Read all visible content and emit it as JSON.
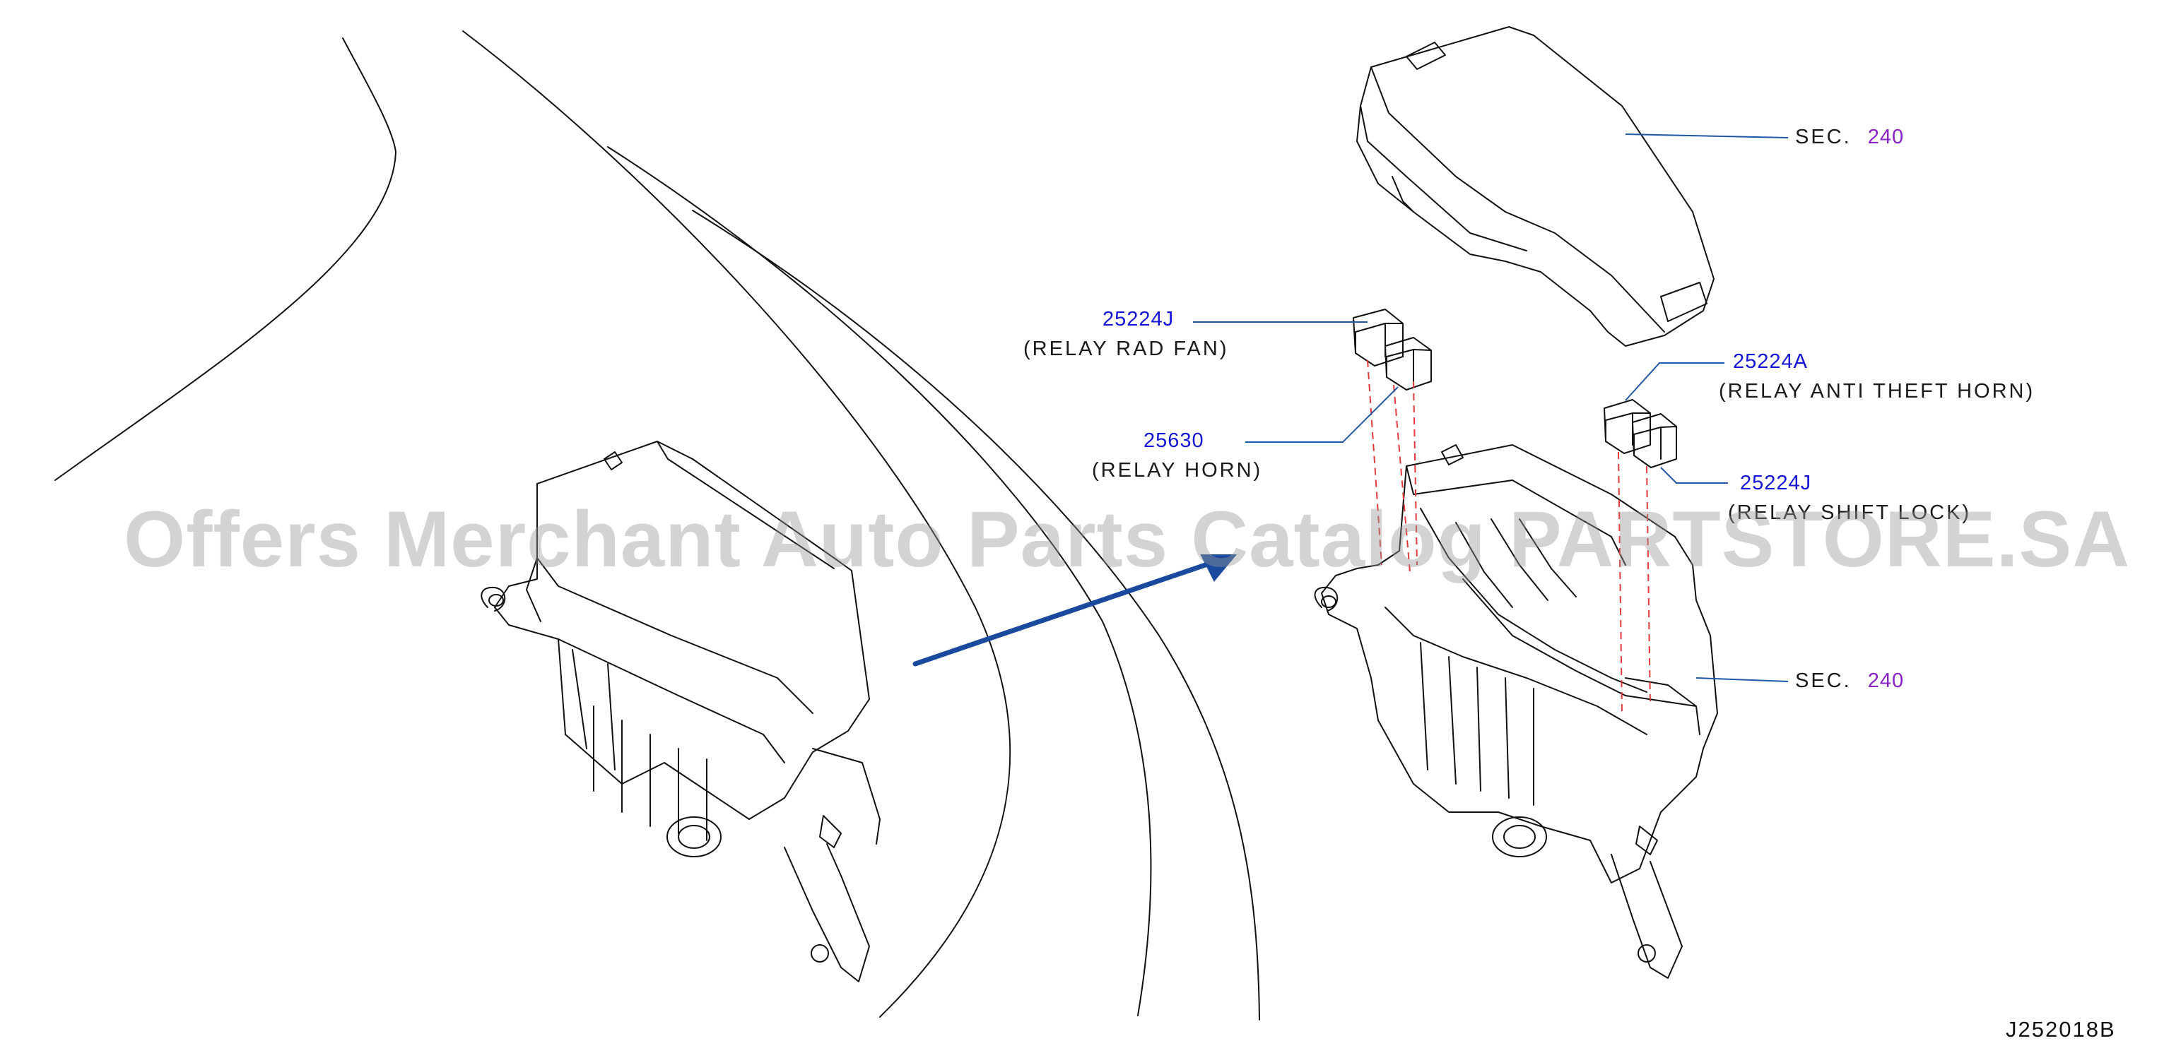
{
  "callouts": {
    "relay_rad_fan": {
      "part_number": "25224J",
      "description": "(RELAY  RAD  FAN)"
    },
    "relay_horn": {
      "part_number": "25630",
      "description": "(RELAY  HORN)"
    },
    "relay_anti_theft_horn": {
      "part_number": "25224A",
      "description": "(RELAY  ANTI  THEFT  HORN)"
    },
    "relay_shift_lock": {
      "part_number": "25224J",
      "description": "(RELAY  SHIFT  LOCK)"
    },
    "sec_top": {
      "prefix": "SEC.",
      "number": "240"
    },
    "sec_bottom": {
      "prefix": "SEC.",
      "number": "240"
    }
  },
  "illustration_id": "J252018B",
  "watermark": "Offers Merchant Auto Parts Catalog PARTSTORE.SA",
  "colors": {
    "part_number": "#1515d6",
    "section_number": "#8a22c8",
    "leader_line": "#1f57a8",
    "arrow": "#1a4a9e",
    "dashed_guide": "#e23a3a",
    "line_art": "#111111"
  }
}
